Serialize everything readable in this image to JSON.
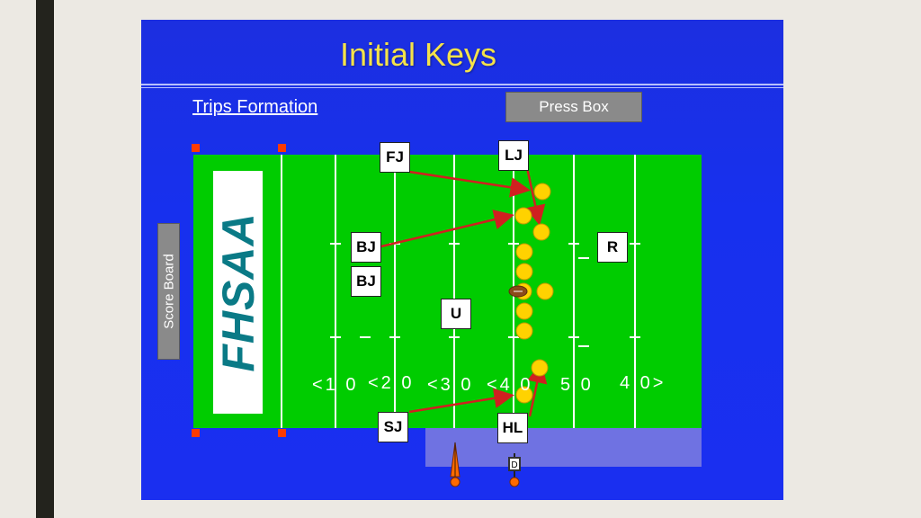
{
  "slide": {
    "title": "Initial Keys",
    "formation_label": "Trips Formation",
    "press_box_label": "Press Box",
    "score_board_label": "Score Board",
    "logo_text": "FHSAA"
  },
  "field": {
    "yard_labels": [
      "<1 0",
      "<2 0",
      "<3 0",
      "<4 0",
      "5 0",
      "4 0>"
    ]
  },
  "officials": {
    "fj": "FJ",
    "lj": "LJ",
    "bj_top": "BJ",
    "bj_bottom": "BJ",
    "r": "R",
    "u": "U",
    "sj": "SJ",
    "hl": "HL"
  },
  "chain_marker": "D",
  "colors": {
    "slide_bg": "#1a2ff0",
    "field_green": "#00cc00",
    "title_yellow": "#f4e24a",
    "player_yellow": "#ffd200",
    "arrow_red": "#d02020",
    "pylon_red": "#ff3a00",
    "chain_orange": "#ff6a00"
  }
}
